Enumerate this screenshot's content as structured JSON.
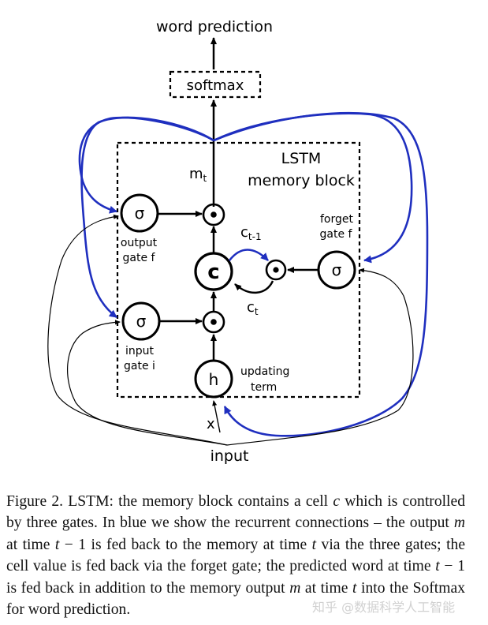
{
  "figure": {
    "output_label": "word prediction",
    "softmax_label": "softmax",
    "block_title_line1": "LSTM",
    "block_title_line2": "memory block",
    "m_label": "m",
    "m_sub": "t",
    "sigma": "σ",
    "output_gate_line1": "output",
    "output_gate_line2": "gate f",
    "input_gate_line1": "input",
    "input_gate_line2": "gate i",
    "forget_gate_line1": "forget",
    "forget_gate_line2": "gate f",
    "cell_label": "c",
    "c_prev_label": "c",
    "c_prev_sub": "t-1",
    "c_t_label": "c",
    "c_t_sub": "t",
    "h_label": "h",
    "updating_line1": "updating",
    "updating_line2": "term",
    "x_label": "x",
    "input_label": "input"
  },
  "caption": {
    "p1": "Figure 2.   LSTM: the memory block contains a cell ",
    "v_c": "c",
    "p2": " which is controlled by three gates. In blue we show the recurrent connections – the output ",
    "v_m1": "m",
    "p3": " at time ",
    "v_t1": "t",
    "p4": " − 1 is fed back to the memory at time ",
    "v_t2": "t",
    "p5": " via the three gates; the cell value is fed back via the forget gate; the predicted word at time ",
    "v_t3": "t",
    "p6": " − 1 is fed back in addition to the memory output ",
    "v_m2": "m",
    "p7": " at time ",
    "v_t4": "t",
    "p8": " into the Softmax for word prediction."
  },
  "watermark": "知乎 @数据科学人工智能",
  "colors": {
    "ink": "#000000",
    "recurrent": "#1f2fbf"
  }
}
